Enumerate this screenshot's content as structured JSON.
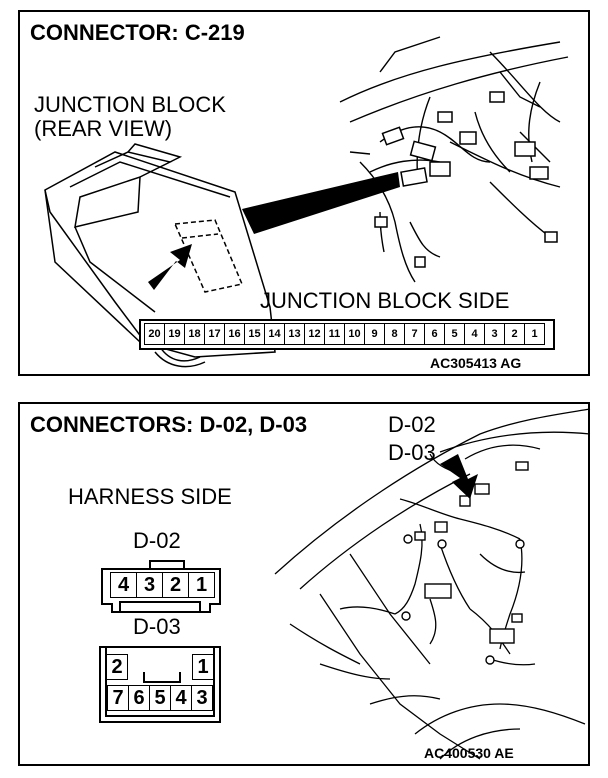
{
  "panel1": {
    "title": "CONNECTOR: C-219",
    "view_label_line1": "JUNCTION BLOCK",
    "view_label_line2": "(REAR VIEW)",
    "side_label": "JUNCTION BLOCK SIDE",
    "pins": [
      "20",
      "19",
      "18",
      "17",
      "16",
      "15",
      "14",
      "13",
      "12",
      "11",
      "10",
      "9",
      "8",
      "7",
      "6",
      "5",
      "4",
      "3",
      "2",
      "1"
    ],
    "ref_code": "AC305413 AG"
  },
  "panel2": {
    "title": "CONNECTORS: D-02, D-03",
    "callout1": "D-02",
    "callout2": "D-03",
    "harness_label": "HARNESS SIDE",
    "d02_label": "D-02",
    "d02_pins": [
      "4",
      "3",
      "2",
      "1"
    ],
    "d03_label": "D-03",
    "d03_top_pins": [
      "2",
      "1"
    ],
    "d03_bottom_pins": [
      "7",
      "6",
      "5",
      "4",
      "3"
    ],
    "ref_code": "AC400530 AE"
  }
}
